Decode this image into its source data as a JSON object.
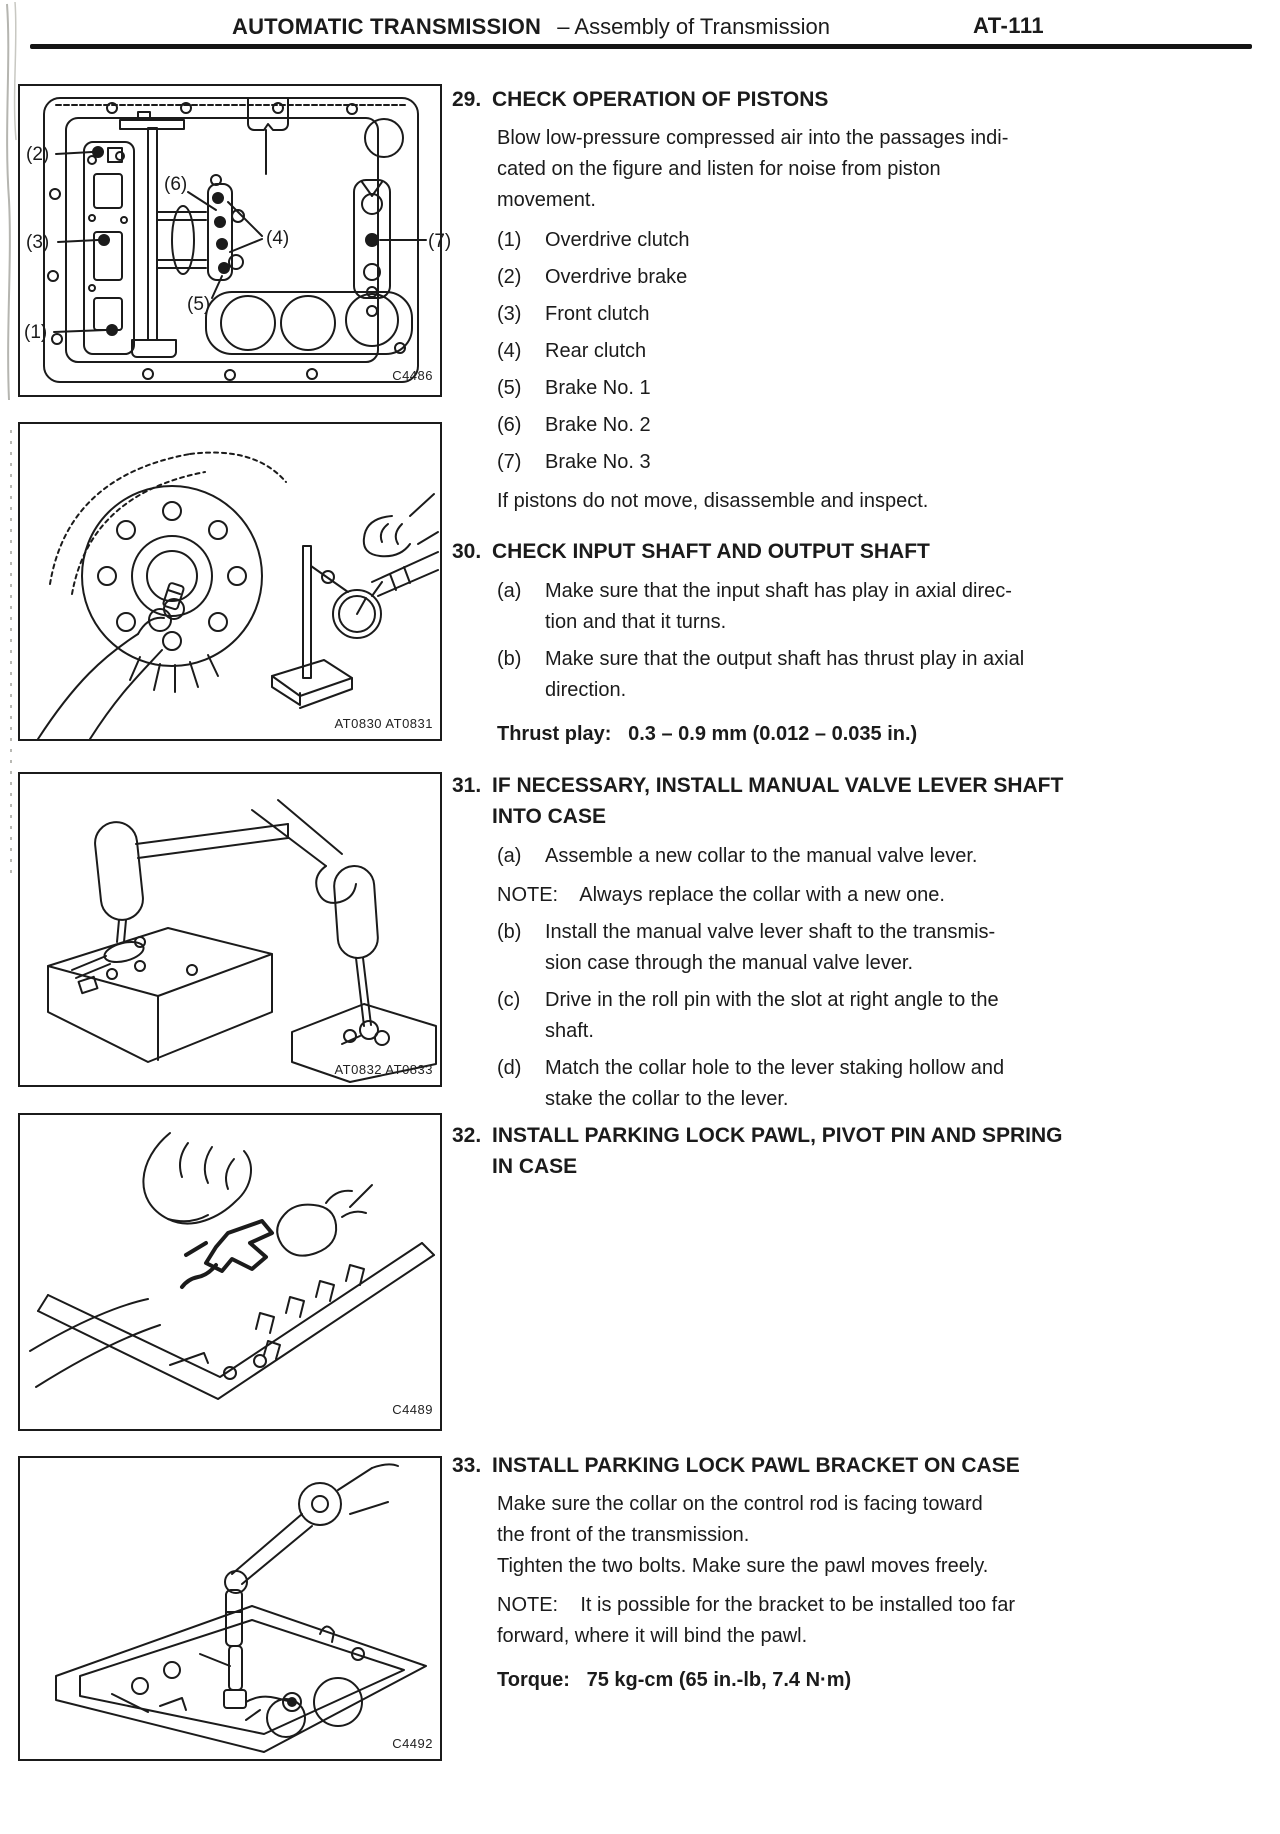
{
  "header": {
    "title_main": "AUTOMATIC TRANSMISSION",
    "title_sub": "– Assembly of Transmission",
    "page_number": "AT-111"
  },
  "figures": [
    {
      "code": "C4486",
      "callouts": [
        "(1)",
        "(2)",
        "(3)",
        "(4)",
        "(5)",
        "(6)",
        "(7)"
      ]
    },
    {
      "code": "AT0830 AT0831"
    },
    {
      "code": "AT0832 AT0833"
    },
    {
      "code": "C4489"
    },
    {
      "code": "C4492"
    }
  ],
  "sections": [
    {
      "number": "29.",
      "heading": "CHECK OPERATION OF PISTONS",
      "intro": "Blow low-pressure compressed air into the passages indi-\ncated on the figure and listen for noise from piston\nmovement.",
      "items": [
        {
          "marker": "(1)",
          "text": "Overdrive clutch"
        },
        {
          "marker": "(2)",
          "text": "Overdrive brake"
        },
        {
          "marker": "(3)",
          "text": "Front clutch"
        },
        {
          "marker": "(4)",
          "text": "Rear clutch"
        },
        {
          "marker": "(5)",
          "text": "Brake No. 1"
        },
        {
          "marker": "(6)",
          "text": "Brake No. 2"
        },
        {
          "marker": "(7)",
          "text": "Brake No. 3"
        }
      ],
      "outro": "If pistons do not move, disassemble and inspect."
    },
    {
      "number": "30.",
      "heading": "CHECK INPUT SHAFT AND OUTPUT SHAFT",
      "items": [
        {
          "marker": "(a)",
          "text": "Make sure that the input shaft has play in axial direc-\ntion and that it turns."
        },
        {
          "marker": "(b)",
          "text": "Make sure that the output shaft has thrust play in axial\ndirection."
        }
      ],
      "spec": "Thrust play:   0.3 – 0.9 mm (0.012 – 0.035 in.)"
    },
    {
      "number": "31.",
      "heading": "IF NECESSARY, INSTALL MANUAL VALVE LEVER SHAFT\nINTO CASE",
      "items": [
        {
          "marker": "(a)",
          "text": "Assemble a new collar to the manual valve lever."
        },
        {
          "marker": "(b)",
          "text": "Install the manual valve lever shaft to the transmis-\nsion case through the manual valve lever."
        },
        {
          "marker": "(c)",
          "text": "Drive in the roll pin with the slot at right angle to the\nshaft."
        },
        {
          "marker": "(d)",
          "text": "Match the collar hole to the lever staking hollow and\nstake the collar to the lever."
        }
      ],
      "note": "NOTE:    Always replace the collar with a new one."
    },
    {
      "number": "32.",
      "heading": "INSTALL PARKING LOCK PAWL, PIVOT PIN AND SPRING\nIN CASE"
    },
    {
      "number": "33.",
      "heading": "INSTALL PARKING LOCK PAWL BRACKET ON CASE",
      "body": "Make sure the collar on the control rod is facing toward\nthe front of the transmission.\nTighten the two bolts. Make sure the pawl moves freely.",
      "note": "NOTE:    It is possible for the bracket to be installed too far\nforward, where it will bind the pawl.",
      "spec": "Torque:   75 kg-cm (65 in.-lb, 7.4 N·m)"
    }
  ]
}
